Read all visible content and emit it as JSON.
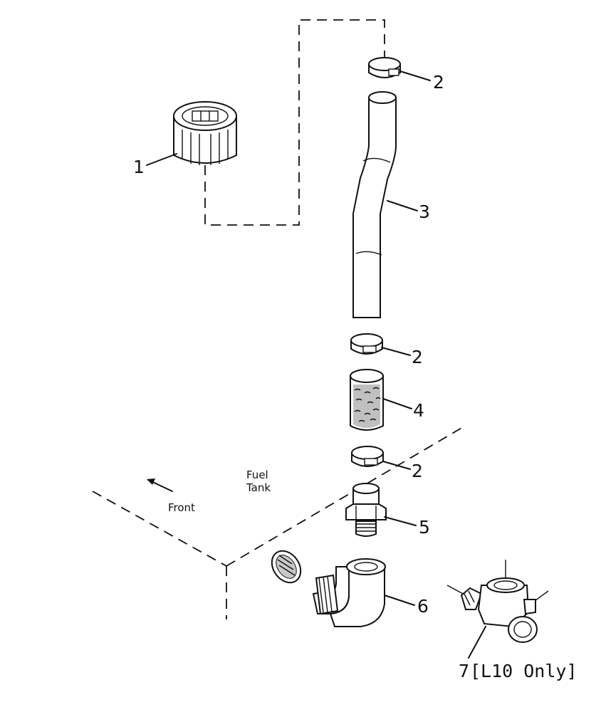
{
  "callouts": {
    "cap": "1",
    "clamp_top": "2",
    "hose": "3",
    "clamp_mid": "2",
    "filter": "4",
    "clamp_low": "2",
    "adapter": "5",
    "elbow": "6",
    "tee": "7"
  },
  "tee_note": "[L10 Only]",
  "labels": {
    "fuel": "Fuel",
    "tank": "Tank",
    "front": "Front"
  }
}
